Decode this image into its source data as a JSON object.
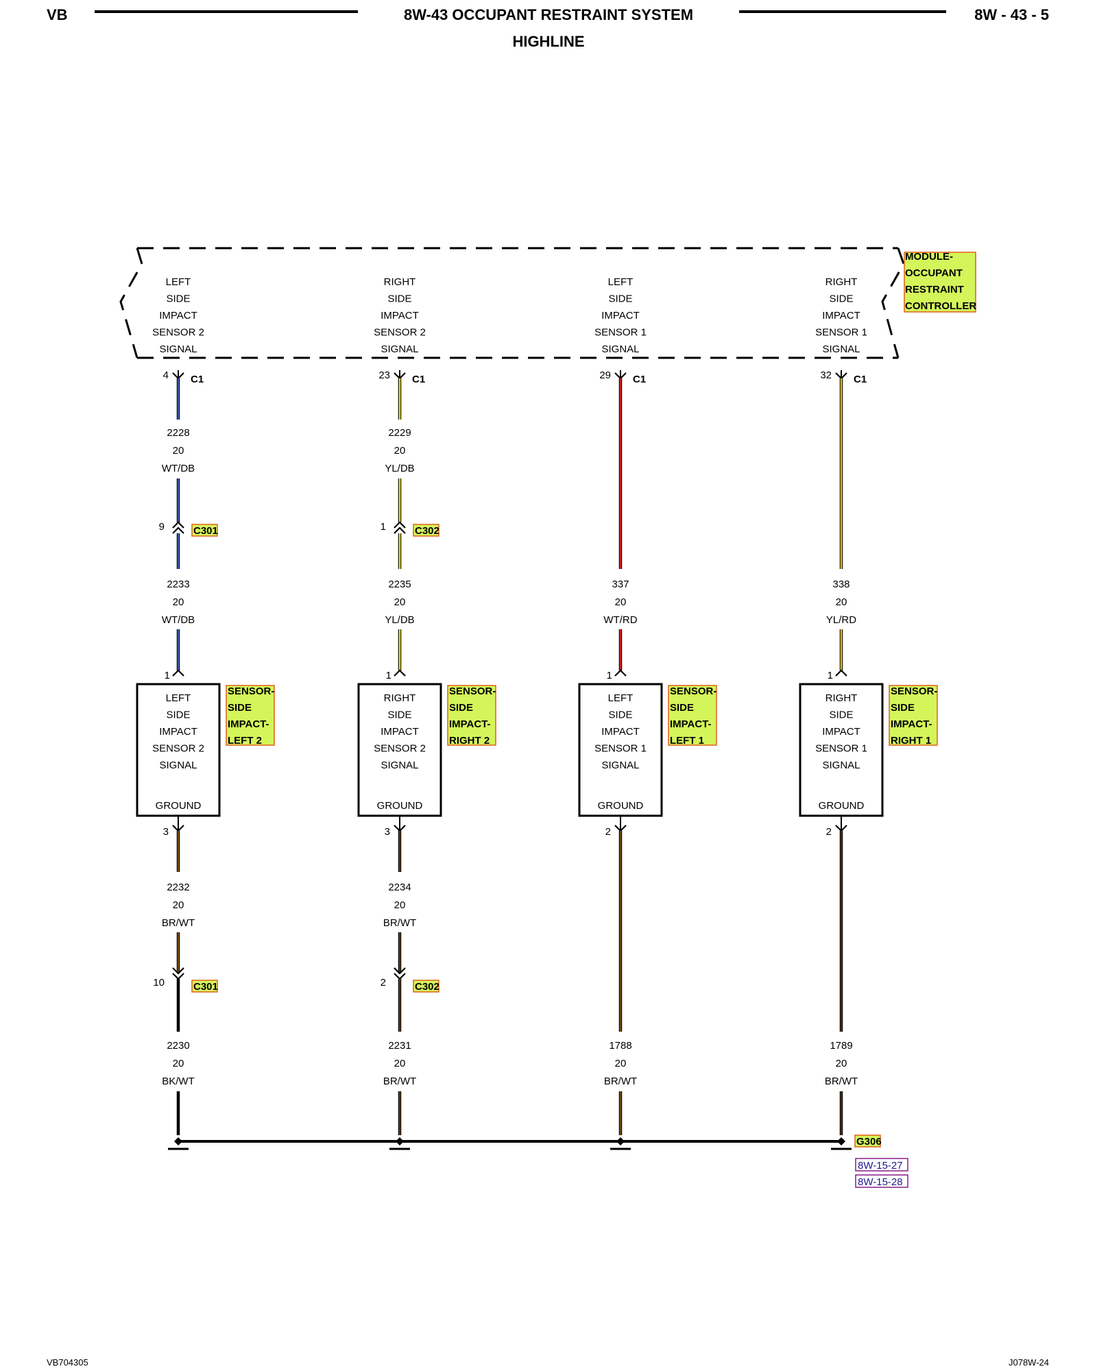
{
  "header": {
    "left": "VB",
    "title": "8W-43 OCCUPANT RESTRAINT SYSTEM",
    "subtitle": "HIGHLINE",
    "right": "8W - 43 - 5"
  },
  "module": {
    "tag": [
      "MODULE-",
      "OCCUPANT",
      "RESTRAINT",
      "CONTROLLER"
    ],
    "connector": "C1"
  },
  "circuits": [
    {
      "module_label": [
        "LEFT",
        "SIDE",
        "IMPACT",
        "SENSOR 2",
        "SIGNAL"
      ],
      "module_pin": "4",
      "wire_color": "#3b5bb5",
      "upper_wire": {
        "circuit": "2228",
        "gauge": "20",
        "color": "WT/DB"
      },
      "inline_top": {
        "pin": "9",
        "connector": "C301"
      },
      "lower_wire": {
        "circuit": "2233",
        "gauge": "20",
        "color": "WT/DB"
      },
      "sensor_top_pin": "1",
      "sensor_label": [
        "LEFT",
        "SIDE",
        "IMPACT",
        "SENSOR 2",
        "SIGNAL"
      ],
      "sensor_ground": "GROUND",
      "sensor_tag": [
        "SENSOR-",
        "SIDE",
        "IMPACT-",
        "LEFT 2"
      ],
      "ground_pin": "3",
      "ground_wire_color": "#7a4a14",
      "ground_upper": {
        "circuit": "2232",
        "gauge": "20",
        "color": "BR/WT"
      },
      "inline_bottom": {
        "pin": "10",
        "connector": "C301"
      },
      "ground_lower": {
        "circuit": "2230",
        "gauge": "20",
        "color": "BK/WT"
      },
      "ground_lower_color": "#000000"
    },
    {
      "module_label": [
        "RIGHT",
        "SIDE",
        "IMPACT",
        "SENSOR 2",
        "SIGNAL"
      ],
      "module_pin": "23",
      "wire_color": "#e8e010",
      "upper_wire": {
        "circuit": "2229",
        "gauge": "20",
        "color": "YL/DB"
      },
      "inline_top": {
        "pin": "1",
        "connector": "C302"
      },
      "lower_wire": {
        "circuit": "2235",
        "gauge": "20",
        "color": "YL/DB"
      },
      "sensor_top_pin": "1",
      "sensor_label": [
        "RIGHT",
        "SIDE",
        "IMPACT",
        "SENSOR 2",
        "SIGNAL"
      ],
      "sensor_ground": "GROUND",
      "sensor_tag": [
        "SENSOR-",
        "SIDE",
        "IMPACT-",
        "RIGHT 2"
      ],
      "ground_pin": "3",
      "ground_wire_color": "#5a3a10",
      "ground_upper": {
        "circuit": "2234",
        "gauge": "20",
        "color": "BR/WT"
      },
      "inline_bottom": {
        "pin": "2",
        "connector": "C302"
      },
      "ground_lower": {
        "circuit": "2231",
        "gauge": "20",
        "color": "BR/WT"
      },
      "ground_lower_color": "#5a3a10"
    },
    {
      "module_label": [
        "LEFT",
        "SIDE",
        "IMPACT",
        "SENSOR 1",
        "SIGNAL"
      ],
      "module_pin": "29",
      "wire_color": "#cc2222",
      "upper_wire": null,
      "inline_top": null,
      "lower_wire": {
        "circuit": "337",
        "gauge": "20",
        "color": "WT/RD"
      },
      "sensor_top_pin": "1",
      "sensor_label": [
        "LEFT",
        "SIDE",
        "IMPACT",
        "SENSOR 1",
        "SIGNAL"
      ],
      "sensor_ground": "GROUND",
      "sensor_tag": [
        "SENSOR-",
        "SIDE",
        "IMPACT-",
        "LEFT 1"
      ],
      "ground_pin": "2",
      "ground_wire_color": "#6a4a10",
      "ground_upper": null,
      "inline_bottom": null,
      "ground_lower": {
        "circuit": "1788",
        "gauge": "20",
        "color": "BR/WT"
      },
      "ground_lower_color": "#6a4a10"
    },
    {
      "module_label": [
        "RIGHT",
        "SIDE",
        "IMPACT",
        "SENSOR 1",
        "SIGNAL"
      ],
      "module_pin": "32",
      "wire_color": "#e8c010",
      "upper_wire": null,
      "inline_top": null,
      "lower_wire": {
        "circuit": "338",
        "gauge": "20",
        "color": "YL/RD"
      },
      "sensor_top_pin": "1",
      "sensor_label": [
        "RIGHT",
        "SIDE",
        "IMPACT",
        "SENSOR 1",
        "SIGNAL"
      ],
      "sensor_ground": "GROUND",
      "sensor_tag": [
        "SENSOR-",
        "SIDE",
        "IMPACT-",
        "RIGHT 1"
      ],
      "ground_pin": "2",
      "ground_wire_color": "#4a3010",
      "ground_upper": null,
      "inline_bottom": null,
      "ground_lower": {
        "circuit": "1789",
        "gauge": "20",
        "color": "BR/WT"
      },
      "ground_lower_color": "#4a3010"
    }
  ],
  "ground": {
    "tag": "G306",
    "refs": [
      "8W-15-27",
      "8W-15-28"
    ]
  },
  "footer": {
    "left": "VB704305",
    "right": "J078W-24"
  },
  "colors": {
    "tag_fill": "#d4f55a",
    "tag_border": "#e0601a",
    "ref_border": "#8a1a8a"
  }
}
